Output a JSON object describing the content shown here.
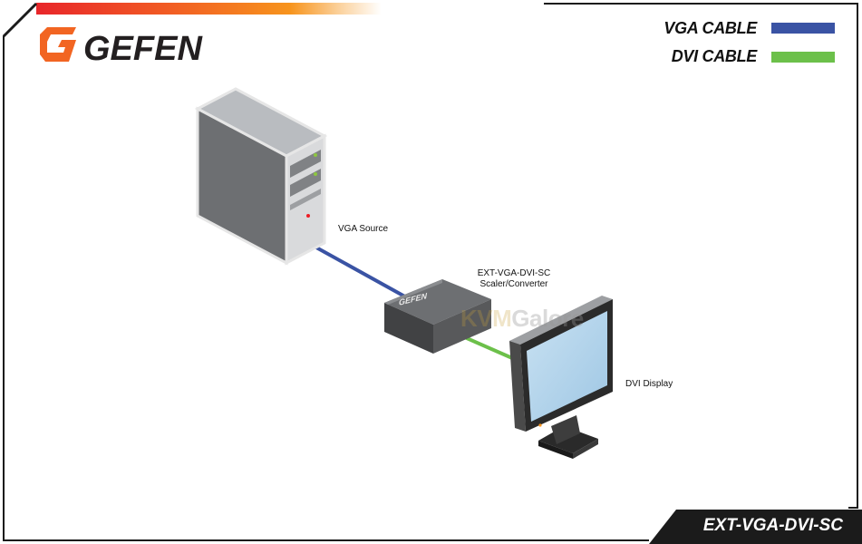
{
  "brand": {
    "name": "GEFEN",
    "accent_color": "#f26522"
  },
  "legend": {
    "vga": {
      "label": "VGA CABLE",
      "color": "#3a53a4"
    },
    "dvi": {
      "label": "DVI CABLE",
      "color": "#6cc04a"
    }
  },
  "devices": {
    "source": {
      "label": "VGA Source",
      "icon": "computer-tower-icon"
    },
    "converter": {
      "label_line1": "EXT-VGA-DVI-SC",
      "label_line2": "Scaler/Converter",
      "logo": "GEFEN",
      "icon": "converter-box-icon"
    },
    "display": {
      "label": "DVI Display",
      "icon": "monitor-icon"
    }
  },
  "watermark": {
    "part1": "KVM",
    "part2": "Galore"
  },
  "footer": {
    "model": "EXT-VGA-DVI-SC"
  }
}
